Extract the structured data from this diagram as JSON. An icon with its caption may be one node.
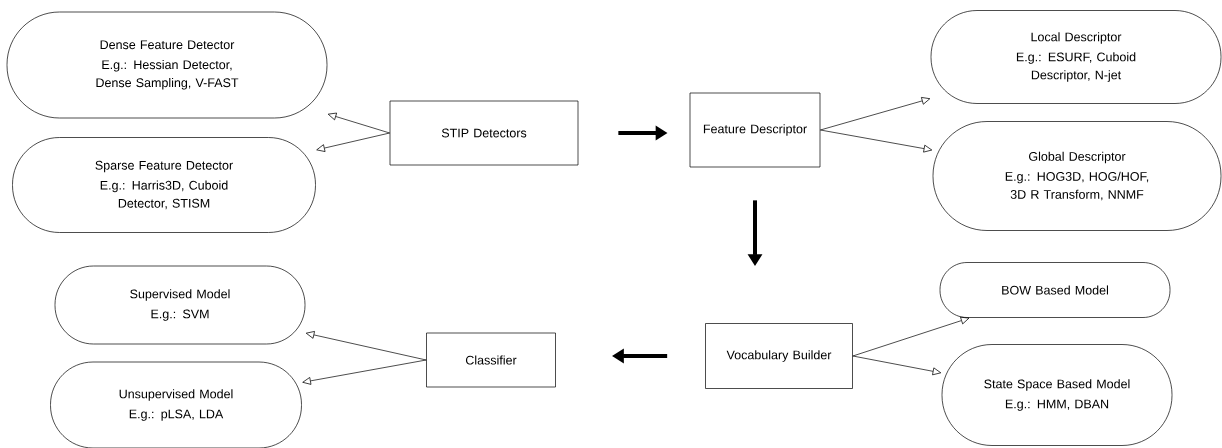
{
  "diagram": {
    "nodes": [
      {
        "text": [
          "STIP Detectors"
        ]
      },
      {
        "text": [
          "Dense Feature Detector",
          "E.g.: Hessian Detector, Dense Sampling, V-FAST"
        ]
      },
      {
        "text": [
          "Sparse Feature Detector",
          "E.g.: Harris3D, Cuboid Detector, STISM"
        ]
      },
      {
        "text": [
          "Feature Descriptor"
        ]
      },
      {
        "text": [
          "Local Descriptor",
          "E.g.: ESURF, Cuboid Descriptor, N-jet"
        ]
      },
      {
        "text": [
          "Global Descriptor",
          "E.g.: HOG3D, HOG/HOF, 3D R Transform, NNMF"
        ]
      },
      {
        "text": [
          "Vocabulary Builder"
        ]
      },
      {
        "text": [
          "BOW Based Model"
        ]
      },
      {
        "text": [
          "State Space Based Model",
          "E.g.: HMM, DBAN"
        ]
      },
      {
        "text": [
          "Classifier"
        ]
      },
      {
        "text": [
          "Supervised Model",
          "E.g.: SVM"
        ]
      },
      {
        "text": [
          "Unsupervised Model",
          "E.g.: pLSA, LDA"
        ]
      }
    ],
    "edges": [
      {
        "from": 0,
        "to": 1,
        "arrow": "to"
      },
      {
        "from": 0,
        "to": 2,
        "arrow": "to"
      },
      {
        "from": 0,
        "to": 3,
        "arrow": "to",
        "style": "thick"
      },
      {
        "from": 3,
        "to": 4,
        "arrow": "to"
      },
      {
        "from": 3,
        "to": 5,
        "arrow": "to"
      },
      {
        "from": 3,
        "to": 6,
        "arrow": "to",
        "style": "thick"
      },
      {
        "from": 6,
        "to": 7,
        "arrow": "to"
      },
      {
        "from": 6,
        "to": 8,
        "arrow": "to"
      },
      {
        "from": 6,
        "to": 9,
        "arrow": "to",
        "style": "thick"
      },
      {
        "from": 9,
        "to": 10,
        "arrow": "to"
      },
      {
        "from": 9,
        "to": 11,
        "arrow": "to"
      }
    ]
  }
}
